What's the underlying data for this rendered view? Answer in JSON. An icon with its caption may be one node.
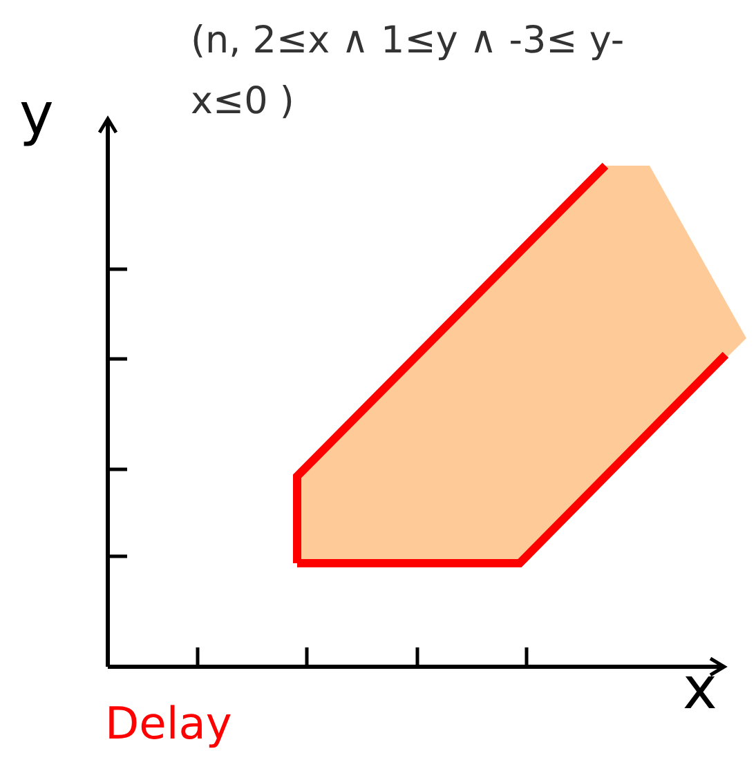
{
  "diagram": {
    "labels": [
      "(n,  2≤x ∧ 1≤y ∧  -3≤ y-x≤0  )",
      "y",
      "x",
      "Delay"
    ]
  }
}
